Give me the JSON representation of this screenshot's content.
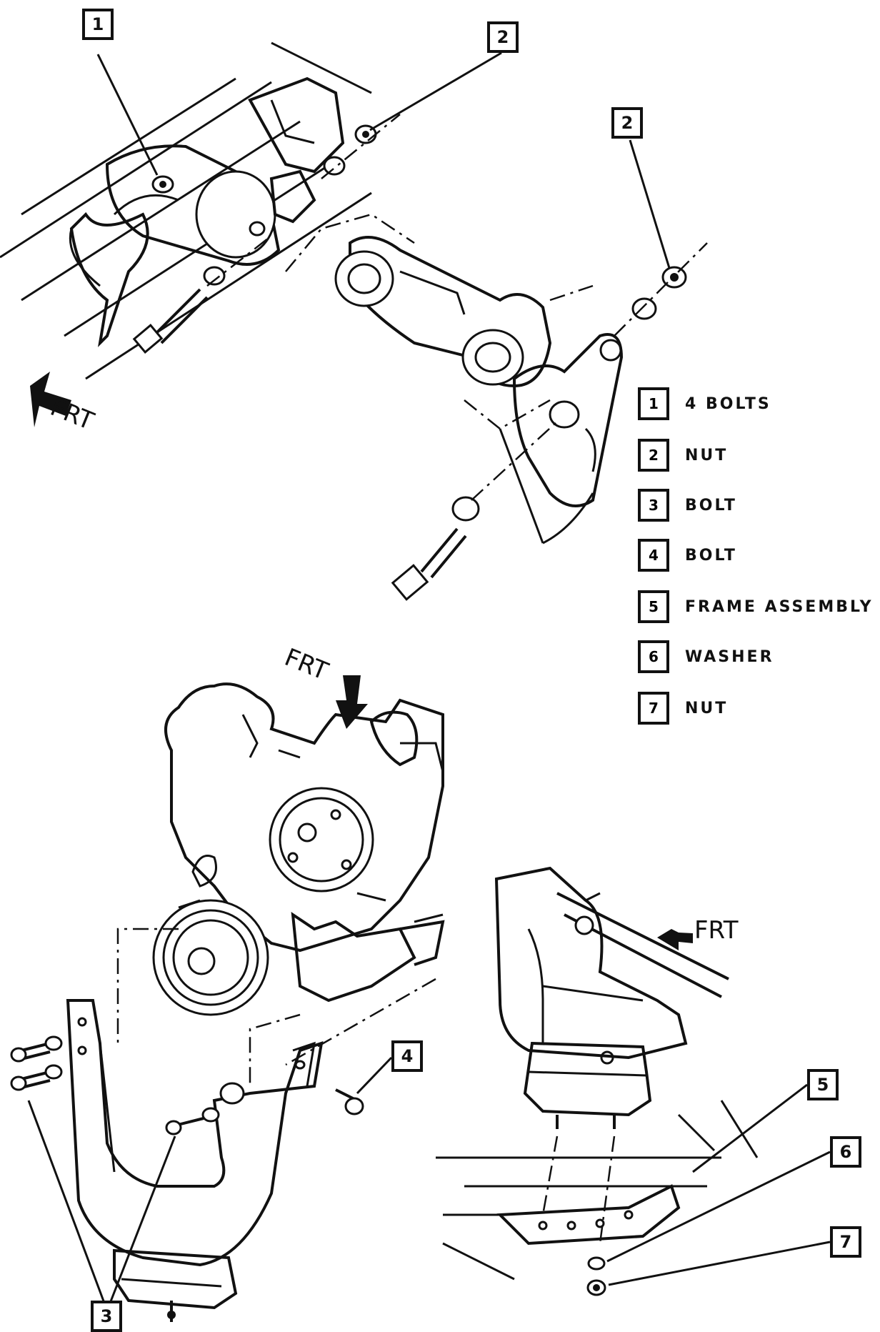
{
  "callouts": {
    "top_1": "1",
    "top_2a": "2",
    "top_2b": "2",
    "bottom_3": "3",
    "bottom_4": "4",
    "bottom_5": "5",
    "bottom_6": "6",
    "bottom_7": "7"
  },
  "frt_labels": {
    "top_left": "FRT",
    "middle": "FRT",
    "right": "FRT"
  },
  "legend": [
    {
      "num": "1",
      "text": "4 BOLTS"
    },
    {
      "num": "2",
      "text": "NUT"
    },
    {
      "num": "3",
      "text": "BOLT"
    },
    {
      "num": "4",
      "text": "BOLT"
    },
    {
      "num": "5",
      "text": "FRAME ASSEMBLY"
    },
    {
      "num": "6",
      "text": "WASHER"
    },
    {
      "num": "7",
      "text": "NUT"
    }
  ]
}
